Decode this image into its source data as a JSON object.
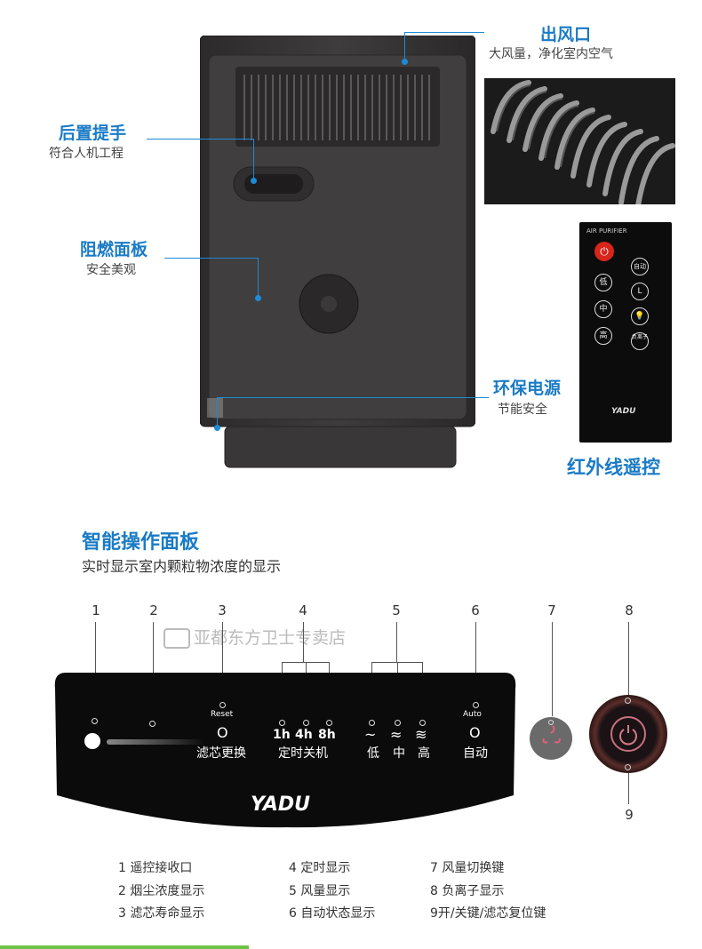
{
  "callouts": {
    "outlet": {
      "title": "出风口",
      "sub": "大风量，净化室内空气"
    },
    "handle": {
      "title": "后置提手",
      "sub": "符合人机工程"
    },
    "panel": {
      "title": "阻燃面板",
      "sub": "安全美观"
    },
    "power": {
      "title": "环保电源",
      "sub": "节能安全"
    },
    "remote": {
      "title": "红外线遥控"
    }
  },
  "remote": {
    "header": "AIR PURIFIER",
    "buttons": {
      "auto": "自动",
      "low": "低",
      "L": "L",
      "mid": "中",
      "high": "高",
      "ion": "负离子"
    },
    "brand": "YADU"
  },
  "section": {
    "title": "智能操作面板",
    "subtitle": "实时显示室内颗粒物浓度的显示"
  },
  "watermark": "亚都东方卫士专卖店",
  "panel": {
    "numbers": [
      "1",
      "2",
      "3",
      "4",
      "5",
      "6",
      "7",
      "8",
      "9"
    ],
    "reset": "Reset",
    "filter_label": "滤芯更换",
    "timer_values": [
      "1h",
      "4h",
      "8h"
    ],
    "timer_label": "定时关机",
    "fan_symbols": [
      "~",
      "≈",
      "≋"
    ],
    "fan_labels": [
      "低",
      "中",
      "高"
    ],
    "auto_small": "Auto",
    "auto_label": "自动",
    "brand": "YADU"
  },
  "legend": [
    [
      "1 遥控接收口",
      "4 定时显示",
      "7 风量切换键"
    ],
    [
      "2 烟尘浓度显示",
      "5 风量显示",
      "8 负离子显示"
    ],
    [
      "3 滤芯寿命显示",
      "6 自动状态显示",
      "9开/关键/滤芯复位键"
    ]
  ],
  "colors": {
    "accent": "#1a7bc6",
    "panel_bg": "#0b0b0b",
    "power_ring": "#c87080"
  }
}
